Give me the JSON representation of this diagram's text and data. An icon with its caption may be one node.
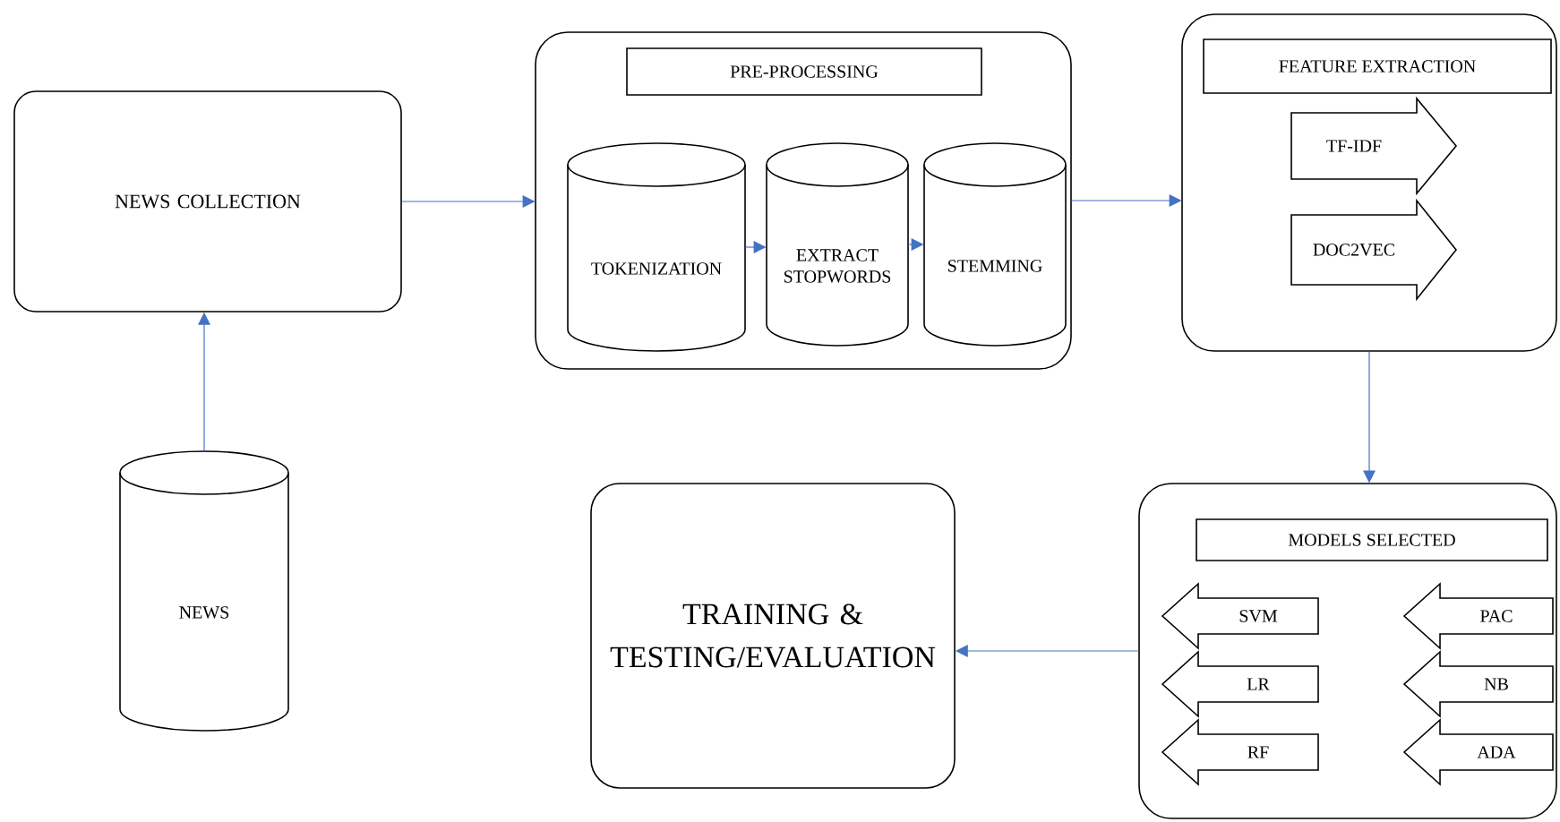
{
  "diagram": {
    "nodes": [
      {
        "text": [
          "NEWS COLLECTION"
        ]
      },
      {
        "text": [
          "PRE-PROCESSING"
        ]
      },
      {
        "text": [
          "TOKENIZATION"
        ],
        "in": 1
      },
      {
        "text": [
          "EXTRACT STOPWORDS"
        ],
        "in": 1
      },
      {
        "text": [
          "STEMMING"
        ],
        "in": 1
      },
      {
        "text": [
          "FEATURE EXTRACTION"
        ]
      },
      {
        "text": [
          "TF-IDF"
        ],
        "in": 5
      },
      {
        "text": [
          "DOC2VEC"
        ],
        "in": 5
      },
      {
        "text": [
          "NEWS"
        ]
      },
      {
        "text": [
          "TRAINING & TESTING/EVALUATION"
        ]
      },
      {
        "text": [
          "MODELS SELECTED"
        ]
      },
      {
        "text": [
          "SVM"
        ],
        "in": 10
      },
      {
        "text": [
          "LR"
        ],
        "in": 10
      },
      {
        "text": [
          "RF"
        ],
        "in": 10
      },
      {
        "text": [
          "PAC"
        ],
        "in": 10
      },
      {
        "text": [
          "NB"
        ],
        "in": 10
      },
      {
        "text": [
          "ADA"
        ],
        "in": 10
      }
    ],
    "edges": [
      {
        "from": 8,
        "to": 0,
        "arrow": "to"
      },
      {
        "from": 0,
        "to": 1,
        "arrow": "to"
      },
      {
        "from": 2,
        "to": 3,
        "arrow": "to"
      },
      {
        "from": 3,
        "to": 4,
        "arrow": "to"
      },
      {
        "from": 1,
        "to": 5,
        "arrow": "to"
      },
      {
        "from": 5,
        "to": 10,
        "arrow": "to"
      },
      {
        "from": 10,
        "to": 9,
        "arrow": "to"
      }
    ]
  }
}
